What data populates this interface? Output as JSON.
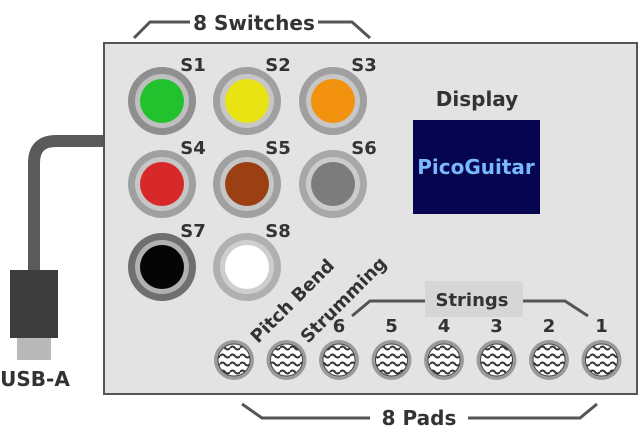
{
  "colors": {
    "board": "#e3e3e3",
    "board_stroke": "#555555",
    "text": "#333333",
    "bracket": "#555555",
    "screen_bg": "#05064f",
    "screen_text": "#78b8ff",
    "cable": "#5a5a5a",
    "connector": "#3d3d3d",
    "plug": "#b9b9b9",
    "strings_bg": "#d6d6d6"
  },
  "labels": {
    "switches_group": "8 Switches",
    "pads_group": "8 Pads",
    "display_title": "Display",
    "display_text": "PicoGuitar",
    "usb": "USB-A",
    "strings": "Strings",
    "pitch_bend": "Pitch Bend",
    "strumming": "Strumming"
  },
  "switches": [
    {
      "label": "S1",
      "color": "#22c22e",
      "ring": "#8f8f8f"
    },
    {
      "label": "S2",
      "color": "#e9e313",
      "ring": "#a0a0a0"
    },
    {
      "label": "S3",
      "color": "#f3920f",
      "ring": "#a0a0a0"
    },
    {
      "label": "S4",
      "color": "#d9282a",
      "ring": "#a0a0a0"
    },
    {
      "label": "S5",
      "color": "#9a4012",
      "ring": "#a0a0a0"
    },
    {
      "label": "S6",
      "color": "#7c7c7c",
      "ring": "#a8a8a8"
    },
    {
      "label": "S7",
      "color": "#050505",
      "ring": "#6f6f6f"
    },
    {
      "label": "S8",
      "color": "#ffffff",
      "ring": "#b0b0b0"
    }
  ],
  "pads": [
    {
      "label": "",
      "icon": "wave-pad-icon"
    },
    {
      "label": "",
      "icon": "wave-pad-icon"
    },
    {
      "label": "6",
      "icon": "wave-pad-icon"
    },
    {
      "label": "5",
      "icon": "wave-pad-icon"
    },
    {
      "label": "4",
      "icon": "wave-pad-icon"
    },
    {
      "label": "3",
      "icon": "wave-pad-icon"
    },
    {
      "label": "2",
      "icon": "wave-pad-icon"
    },
    {
      "label": "1",
      "icon": "wave-pad-icon"
    }
  ]
}
